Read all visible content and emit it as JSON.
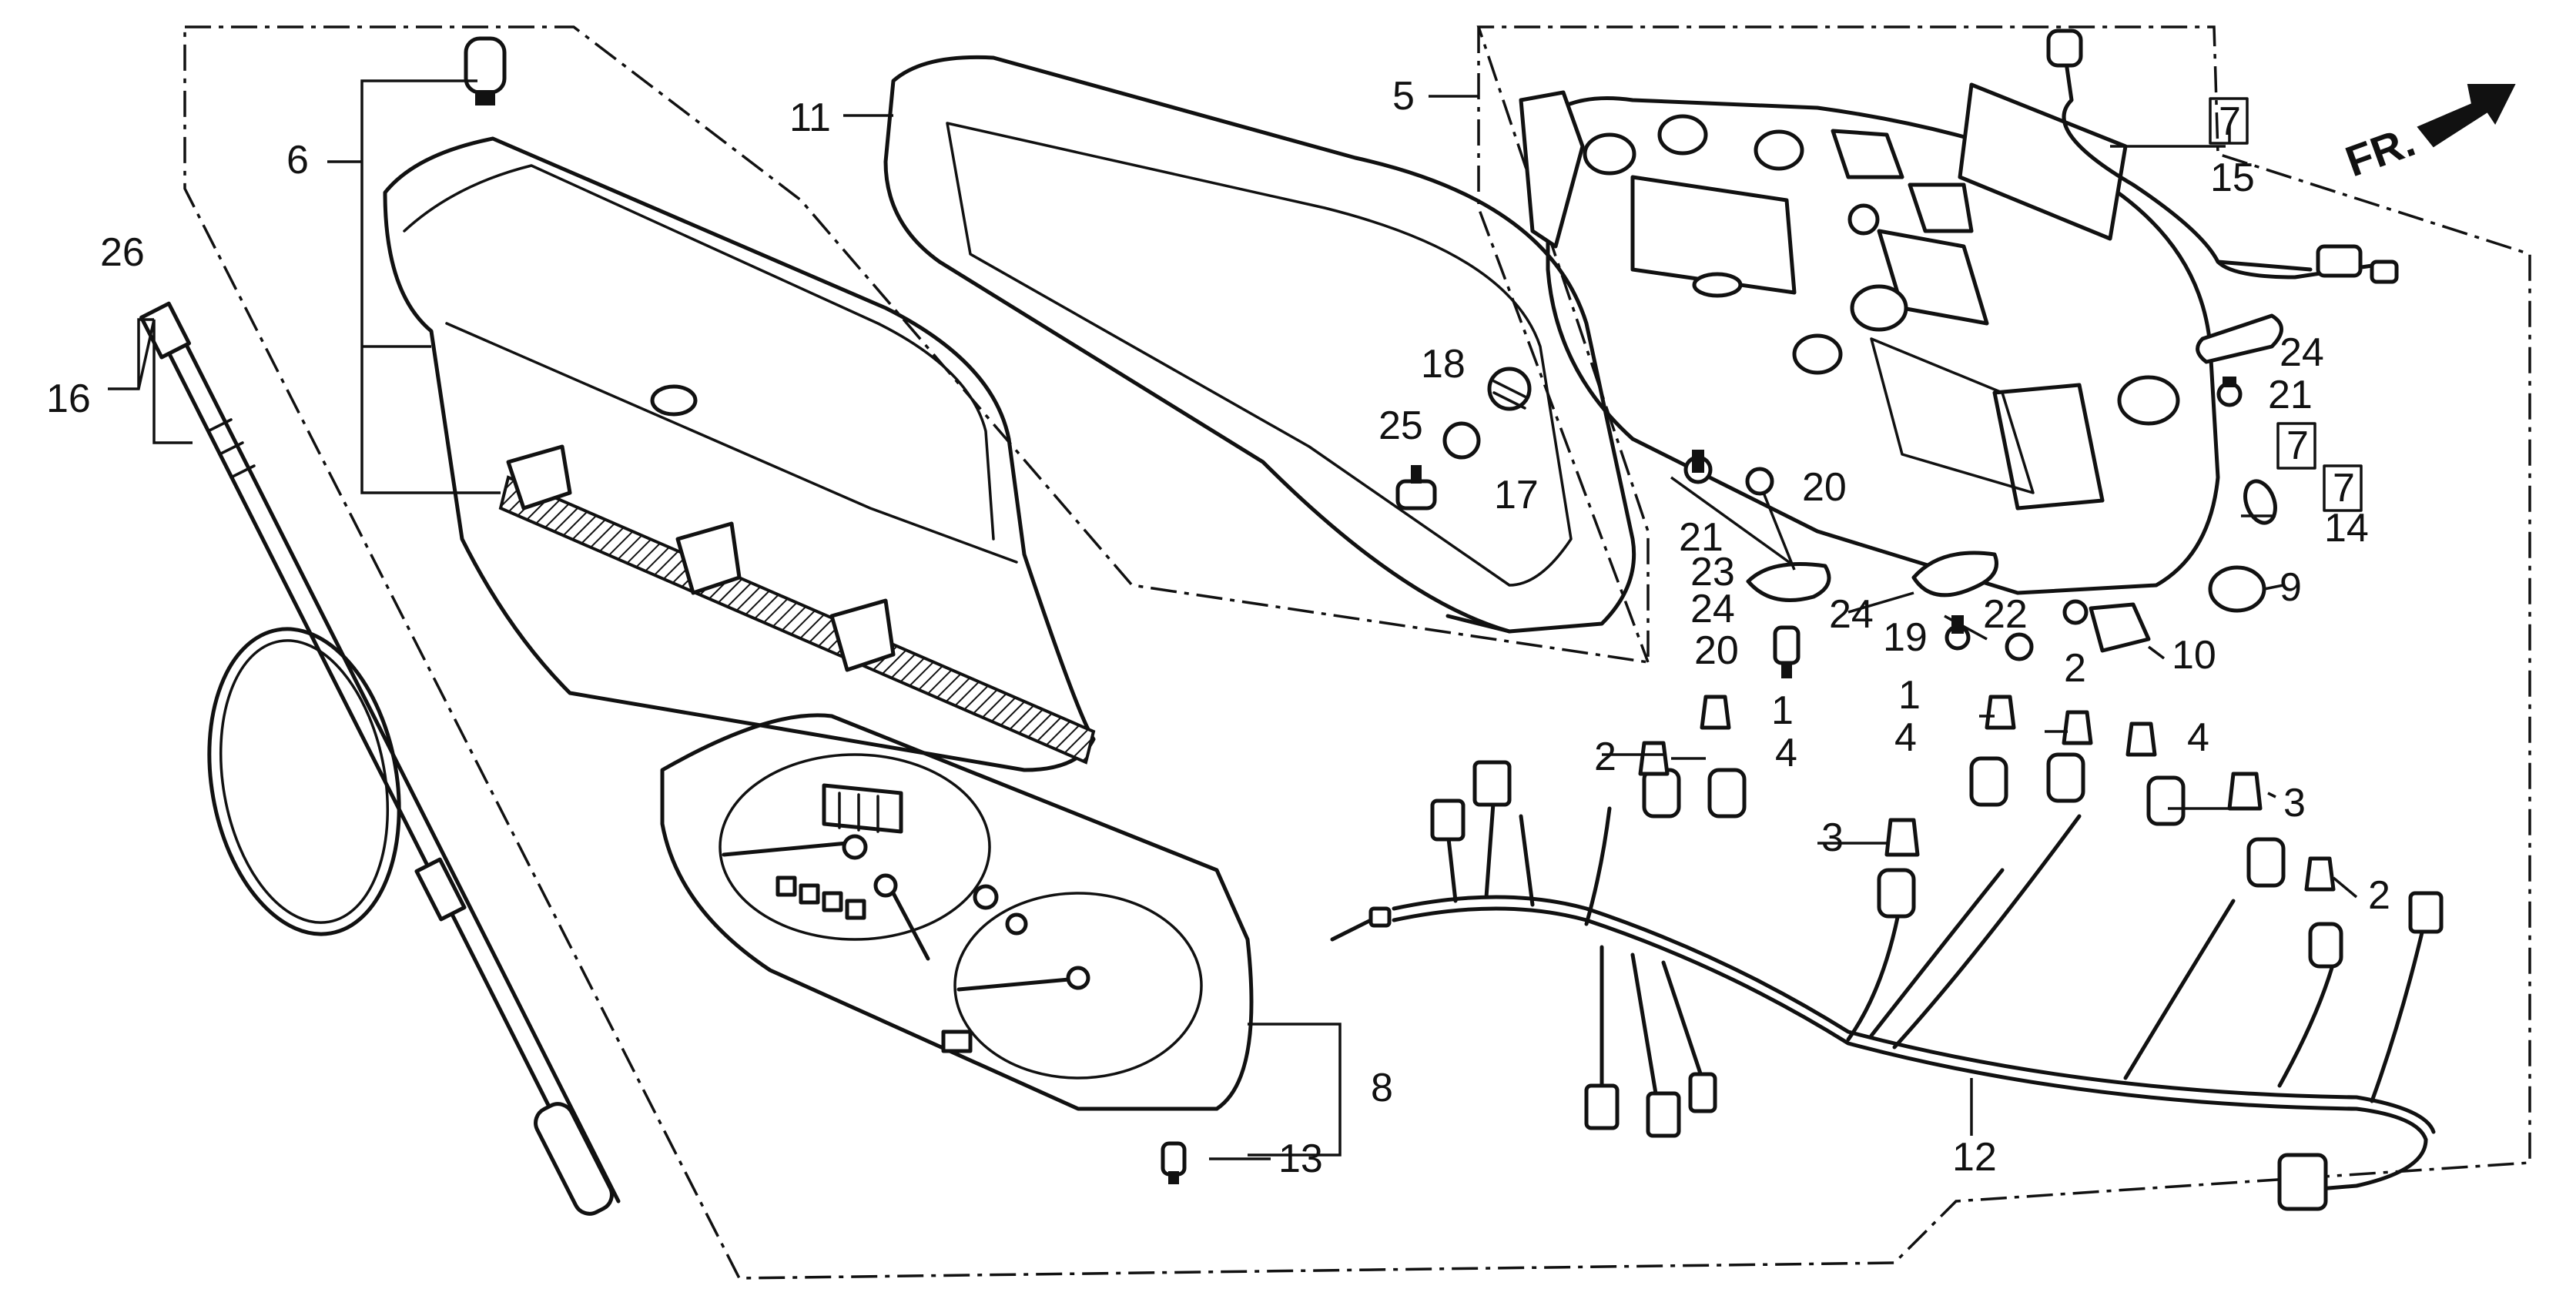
{
  "diagram": {
    "front_indicator": "FR.",
    "callouts": {
      "c1a": "1",
      "c1b": "1",
      "c2a": "2",
      "c2b": "2",
      "c2c": "2",
      "c3a": "3",
      "c3b": "3",
      "c4a": "4",
      "c4b": "4",
      "c4c": "4",
      "c5": "5",
      "c6": "6",
      "c7a": "7",
      "c7b": "7",
      "c7c": "7",
      "c8": "8",
      "c9": "9",
      "c10": "10",
      "c11": "11",
      "c12": "12",
      "c13": "13",
      "c14": "14",
      "c15": "15",
      "c16": "16",
      "c17": "17",
      "c18": "18",
      "c19": "19",
      "c20a": "20",
      "c20b": "20",
      "c21a": "21",
      "c21b": "21",
      "c22": "22",
      "c23": "23",
      "c24a": "24",
      "c24b": "24",
      "c24c": "24",
      "c25": "25",
      "c26": "26"
    }
  },
  "colors": {
    "line": "#111111",
    "background": "#ffffff"
  }
}
